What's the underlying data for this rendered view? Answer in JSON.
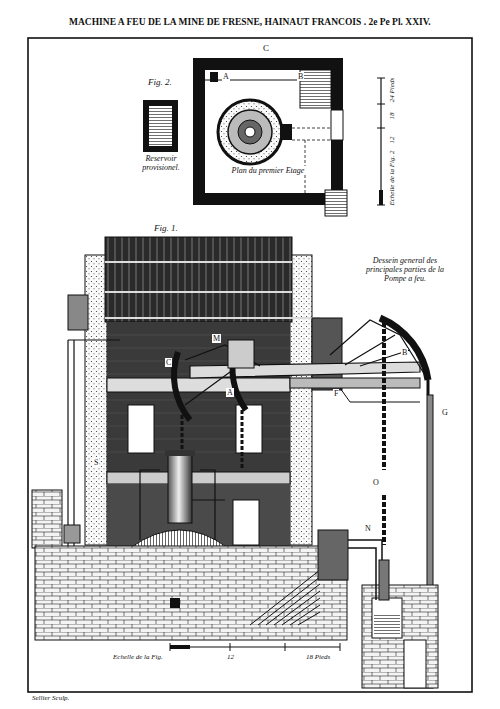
{
  "diagram": {
    "title": "MACHINE A FEU DE LA MINE DE FRESNE, HAINAUT FRANCOIS . 2e Pe Pl. XXIV.",
    "nodes": [
      {
        "text": [
          "Plan du premier Etage"
        ]
      },
      {
        "text": [
          "Reservoir provisionel."
        ]
      }
    ],
    "labels": [
      "Fig. 2.",
      "C",
      "A",
      "B",
      "24 Pieds",
      "18",
      "12",
      "Echelle de la Fig. 2",
      "Fig. 1.",
      "Dessein general des principales parties de la Pompe a feu.",
      "M",
      "C",
      "A",
      "F",
      "B",
      "G",
      "O",
      "N",
      "S",
      "Echelle de la Fig.",
      "12",
      "18 Pieds",
      "Sellier Sculp."
    ]
  }
}
